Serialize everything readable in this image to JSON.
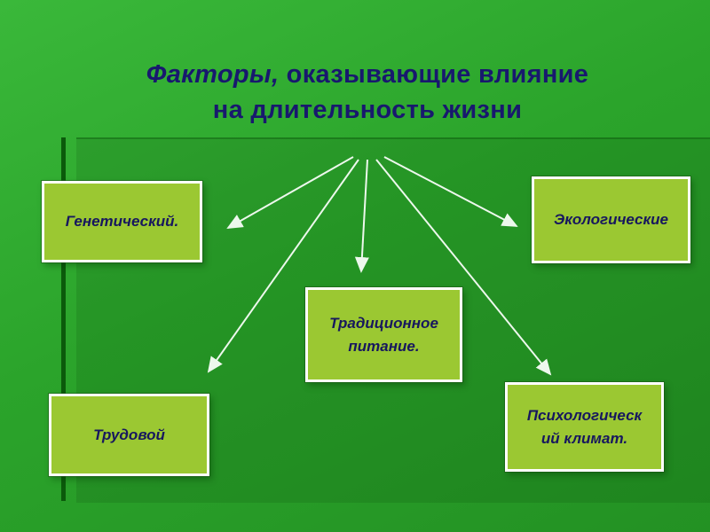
{
  "slide": {
    "title": {
      "italic_part": "Факторы,",
      "line1_rest": " оказывающие влияние",
      "line2": "на длительность жизни"
    },
    "boxes": [
      {
        "id": "genetic",
        "label": "Генетический."
      },
      {
        "id": "ecological",
        "label": "Экологические"
      },
      {
        "id": "nutrition",
        "label": "Традиционное питание."
      },
      {
        "id": "labor",
        "label": "Трудовой"
      },
      {
        "id": "psychological",
        "label": "Психологический климат."
      }
    ],
    "colors": {
      "bg_light": "#3ab83a",
      "bg_mid": "#2ba42b",
      "bg_dark": "#239123",
      "accent_bar": "#0b5a0b",
      "box_fill": "#9bc832",
      "box_border": "#ffffff",
      "box_text": "#17175e",
      "title_text": "#18186e",
      "arrow": "#edf8ed"
    }
  }
}
